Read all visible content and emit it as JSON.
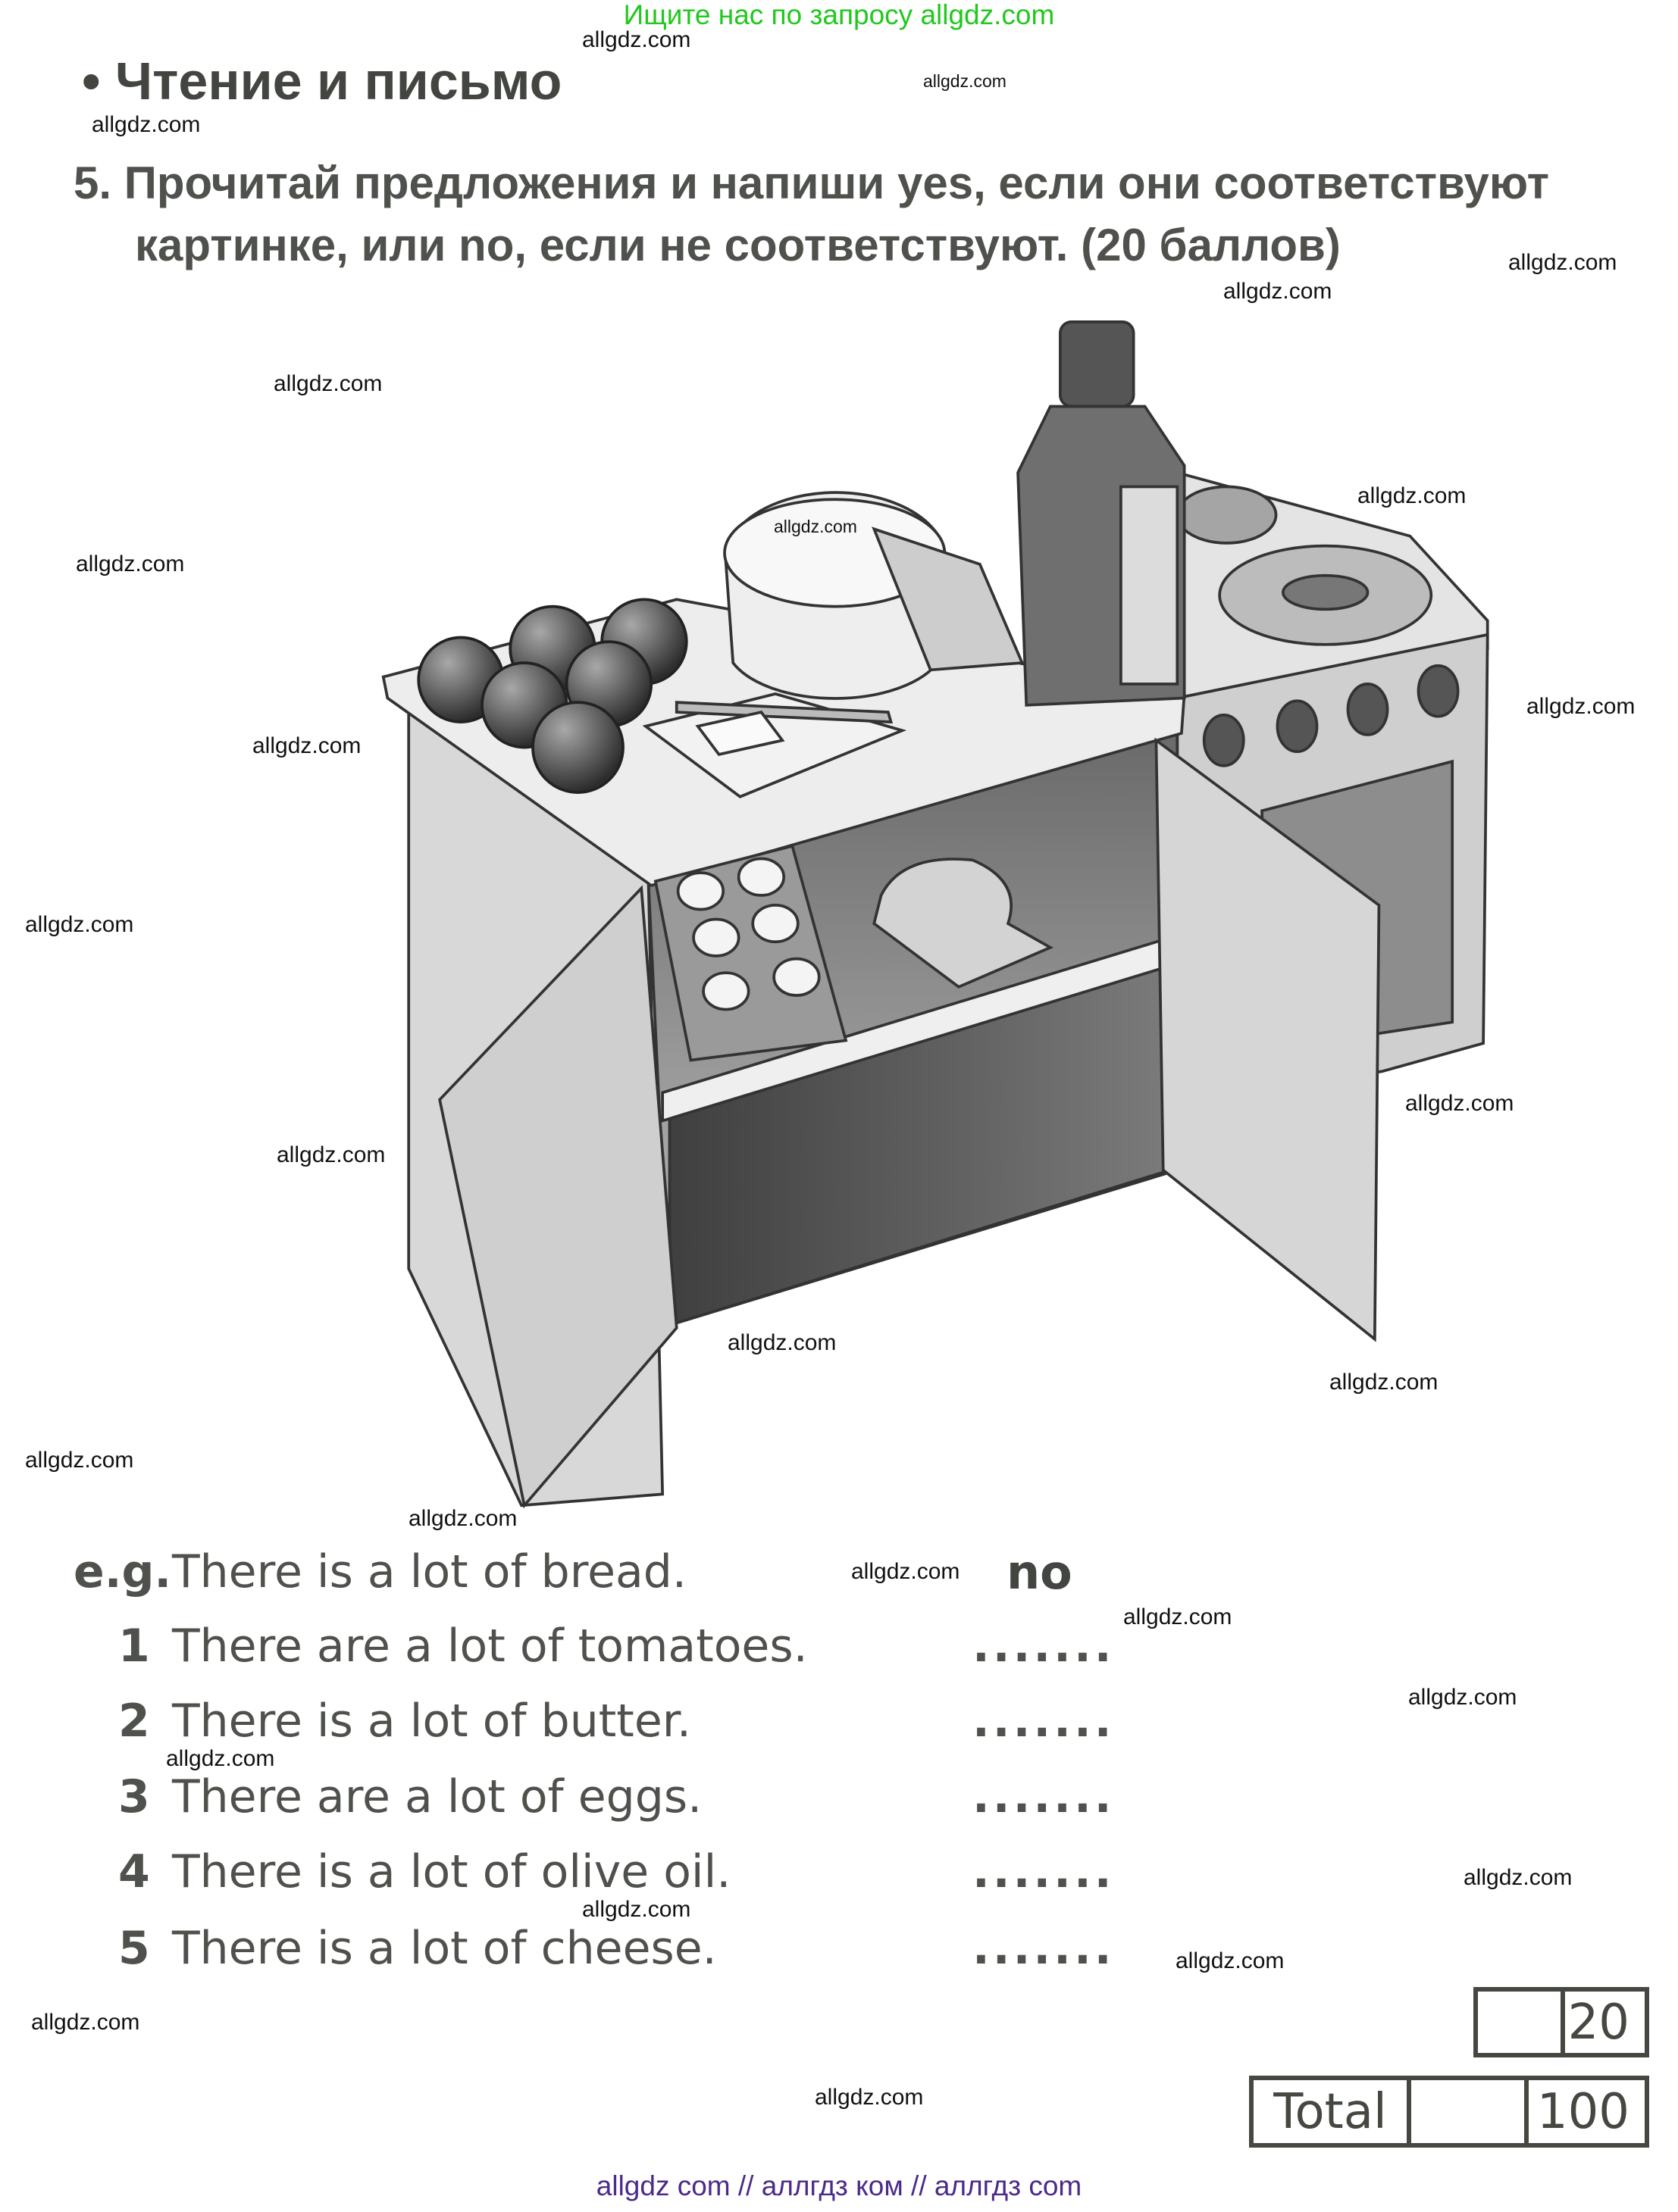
{
  "banner": "Ищите нас по запросу allgdz.com",
  "section_title": "• Чтение и письмо",
  "task": {
    "line1": "5. Прочитай предложения и напиши yes, если они соответствуют",
    "line2": "картинке, или no, если не соответствуют. (20 баллов)"
  },
  "sentences": [
    {
      "num": "e.g.",
      "text": "There is a lot of bread.",
      "answer": "no"
    },
    {
      "num": "1",
      "text": "There are a lot of tomatoes.",
      "answer": "......."
    },
    {
      "num": "2",
      "text": "There is a lot of butter.",
      "answer": "......."
    },
    {
      "num": "3",
      "text": "There are a lot of eggs.",
      "answer": "......."
    },
    {
      "num": "4",
      "text": "There is a lot of olive oil.",
      "answer": "......."
    },
    {
      "num": "5",
      "text": "There is a lot of cheese.",
      "answer": "......."
    }
  ],
  "score": {
    "max": "20",
    "total_label": "Total",
    "total_max": "100"
  },
  "watermark": "allgdz.com",
  "footer": "allgdz com  //  аллгдз ком  //  аллгдз com",
  "colors": {
    "banner": "#22c81e",
    "footer": "#4b2a8a",
    "text": "#4f524c"
  }
}
